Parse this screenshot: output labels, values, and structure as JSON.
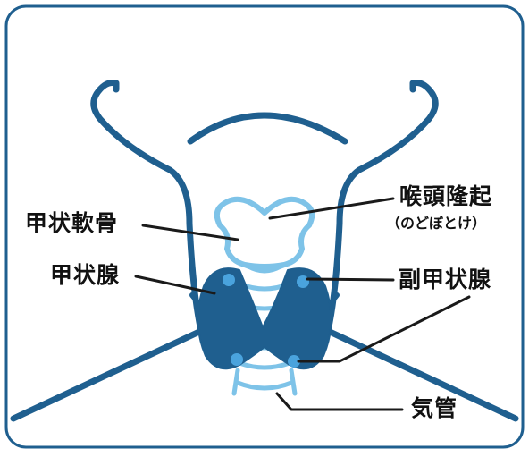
{
  "labels": {
    "thyroid_cartilage": "甲状軟骨",
    "thyroid_gland": "甲状腺",
    "laryngeal_prominence": "喉頭隆起",
    "laryngeal_prominence_reading": "（のどぼとけ）",
    "parathyroid": "副甲状腺",
    "trachea": "気管"
  },
  "colors": {
    "frame": "#1f5f8f",
    "neck_outline": "#1f5f8f",
    "thyroid": "#1f5f8f",
    "parathyroid": "#4aa3dd",
    "cartilage_stroke": "#7ec3e8",
    "leader": "#1a1a1a"
  }
}
